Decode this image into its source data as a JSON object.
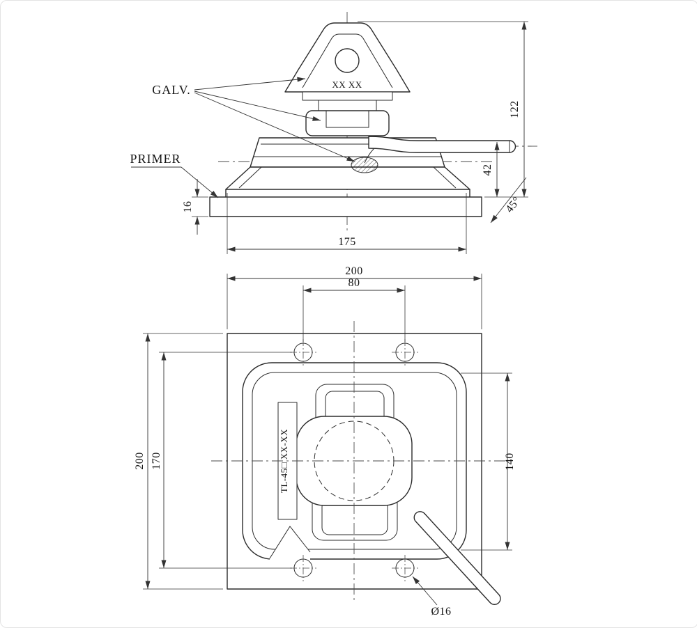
{
  "colors": {
    "line": "#2b2b2b",
    "background": "#ffffff"
  },
  "labels": {
    "galv": "GALV.",
    "primer": "PRIMER",
    "head_stamp": "XX XX",
    "model_stamp": "TL-45□ XX-XX",
    "hole_dia": "Ø16"
  },
  "dimensions": {
    "overall_height": "122",
    "handle_height": "42",
    "handle_angle": "45°",
    "plate_thickness": "16",
    "base_width": "175",
    "plate_width": "200",
    "hole_spacing_x": "80",
    "plate_height": "200",
    "hole_spacing_y": "170",
    "recess_height": "140"
  }
}
